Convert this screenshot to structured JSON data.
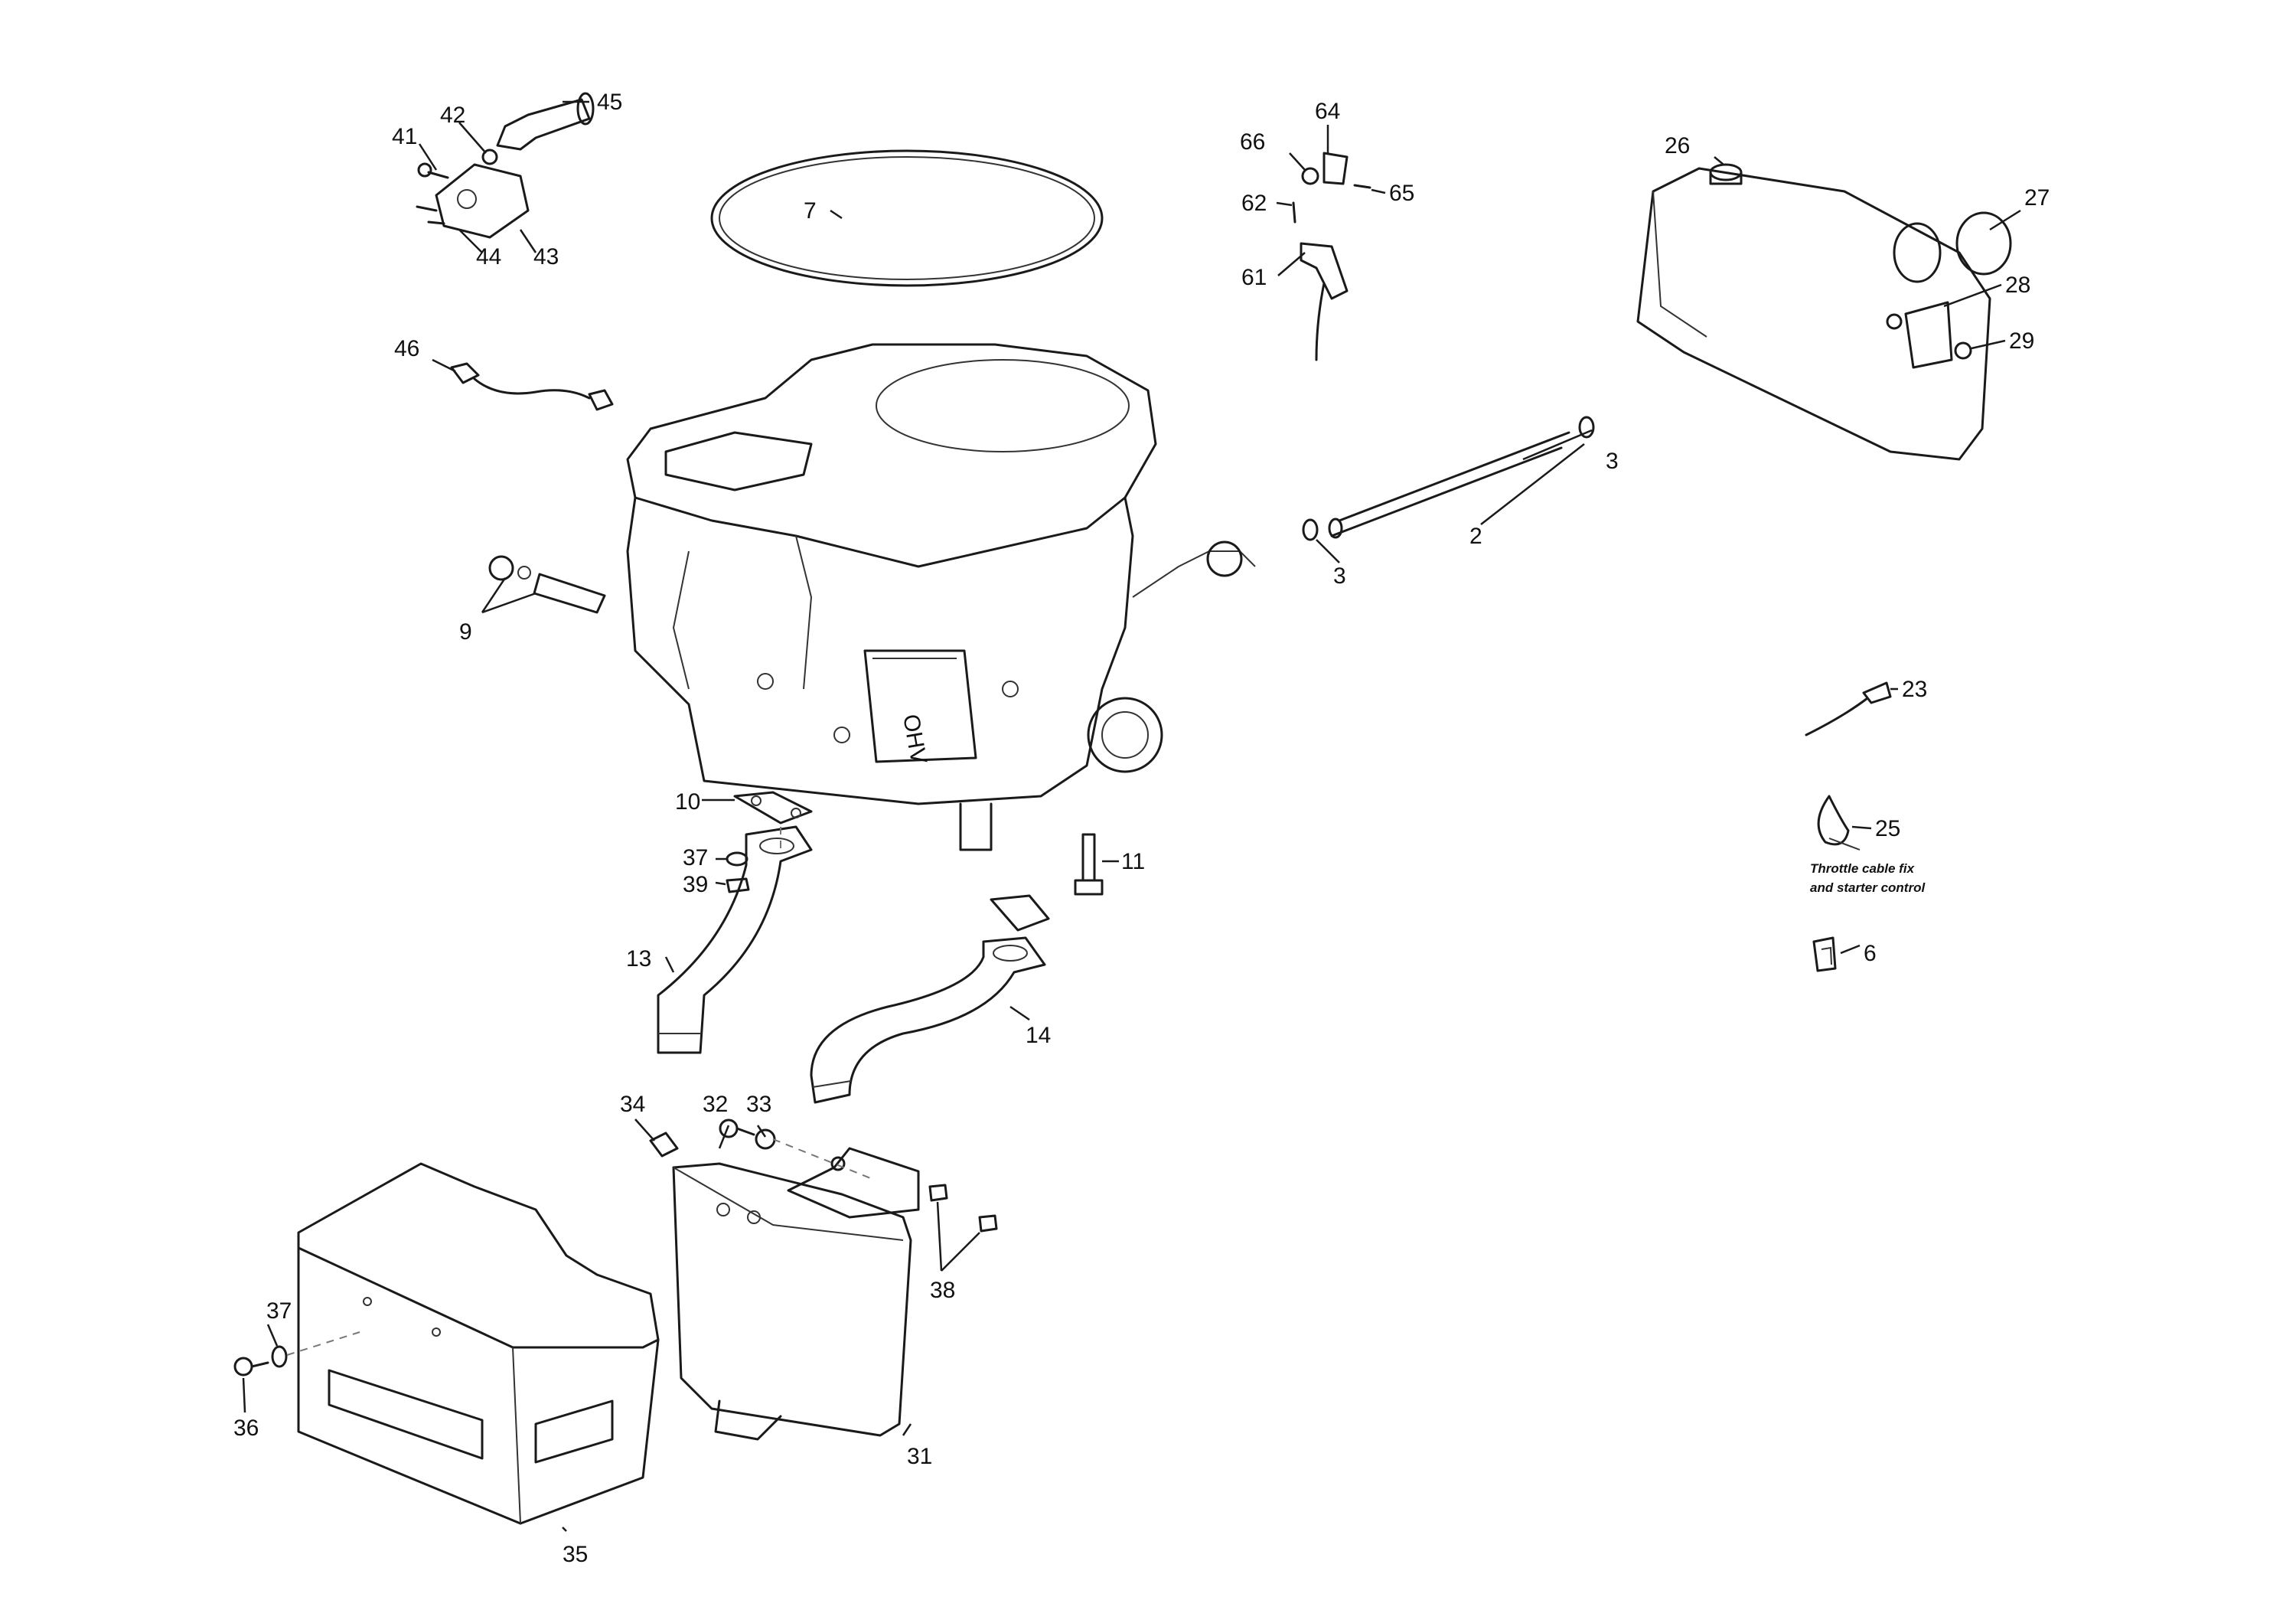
{
  "callouts": {
    "c2": "2",
    "c3a": "3",
    "c3b": "3",
    "c6": "6",
    "c7": "7",
    "c9": "9",
    "c10": "10",
    "c11": "11",
    "c13": "13",
    "c14": "14",
    "c23": "23",
    "c25": "25",
    "c26": "26",
    "c27": "27",
    "c28": "28",
    "c29": "29",
    "c31": "31",
    "c32": "32",
    "c33": "33",
    "c34": "34",
    "c35": "35",
    "c36": "36",
    "c37a": "37",
    "c37b": "37",
    "c38": "38",
    "c39": "39",
    "c41": "41",
    "c42": "42",
    "c43": "43",
    "c44": "44",
    "c45": "45",
    "c46": "46",
    "c61": "61",
    "c62": "62",
    "c64": "64",
    "c65": "65",
    "c66": "66"
  },
  "engine_label": "OHV",
  "note": {
    "line1": "Throttle cable fix",
    "line2": "and starter control"
  }
}
